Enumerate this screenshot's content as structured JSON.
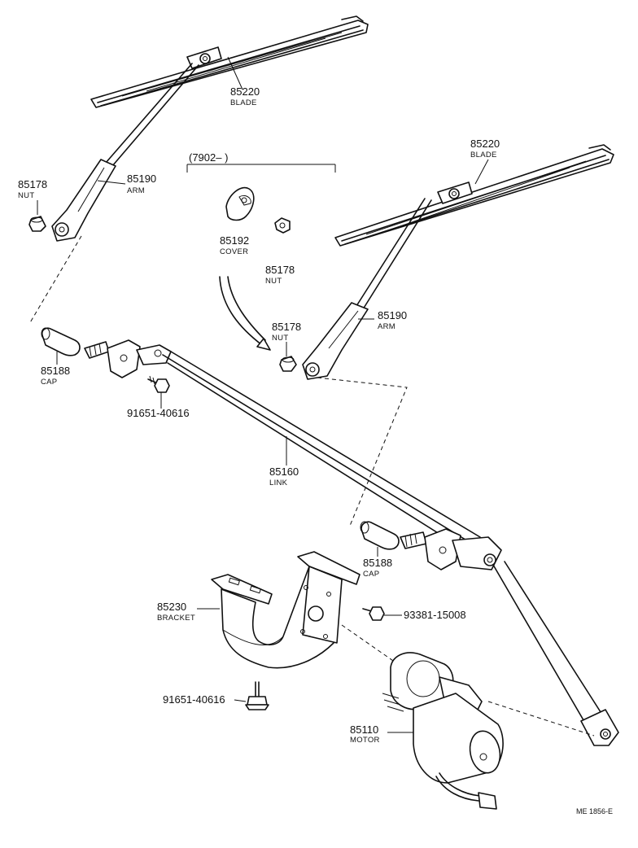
{
  "parts": [
    {
      "id": "blade-left",
      "number": "85220",
      "name": "BLADE"
    },
    {
      "id": "blade-right",
      "number": "85220",
      "name": "BLADE"
    },
    {
      "id": "nut-left",
      "number": "85178",
      "name": "NUT"
    },
    {
      "id": "arm-left",
      "number": "85190",
      "name": "ARM"
    },
    {
      "id": "cover",
      "number": "85192",
      "name": "COVER"
    },
    {
      "id": "nut-cover",
      "number": "85178",
      "name": "NUT"
    },
    {
      "id": "nut-right",
      "number": "85178",
      "name": "NUT"
    },
    {
      "id": "arm-right",
      "number": "85190",
      "name": "ARM"
    },
    {
      "id": "cap-left",
      "number": "85188",
      "name": "CAP"
    },
    {
      "id": "bolt-upper",
      "number": "91651-40616",
      "name": ""
    },
    {
      "id": "link",
      "number": "85160",
      "name": "LINK"
    },
    {
      "id": "cap-right",
      "number": "85188",
      "name": "CAP"
    },
    {
      "id": "bracket",
      "number": "85230",
      "name": "BRACKET"
    },
    {
      "id": "bolt-motor",
      "number": "93381-15008",
      "name": ""
    },
    {
      "id": "bolt-lower",
      "number": "91651-40616",
      "name": ""
    },
    {
      "id": "motor",
      "number": "85110",
      "name": "MOTOR"
    }
  ],
  "date_range": "(7902–        )",
  "figure_code": "ME 1856-E"
}
